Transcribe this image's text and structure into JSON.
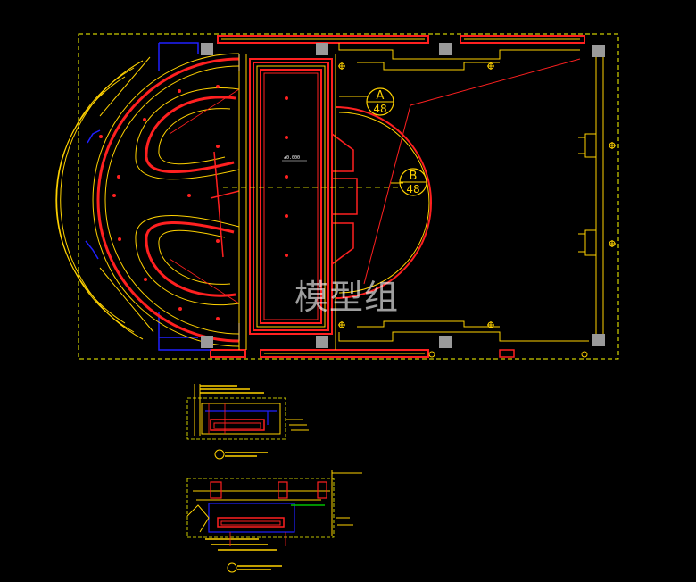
{
  "watermark": "模型组",
  "elevation_label": "±0.000",
  "section_markers": [
    {
      "letter": "A",
      "sheet": "48"
    },
    {
      "letter": "B",
      "sheet": "48"
    }
  ],
  "colors": {
    "background": "#000000",
    "border": "#ffff00",
    "wall": "#ff0000",
    "outline": "#ffd200",
    "structure": "#2020ff",
    "column": "#9a9a9a",
    "secondary": "#00a0ff",
    "green": "#00c000"
  }
}
